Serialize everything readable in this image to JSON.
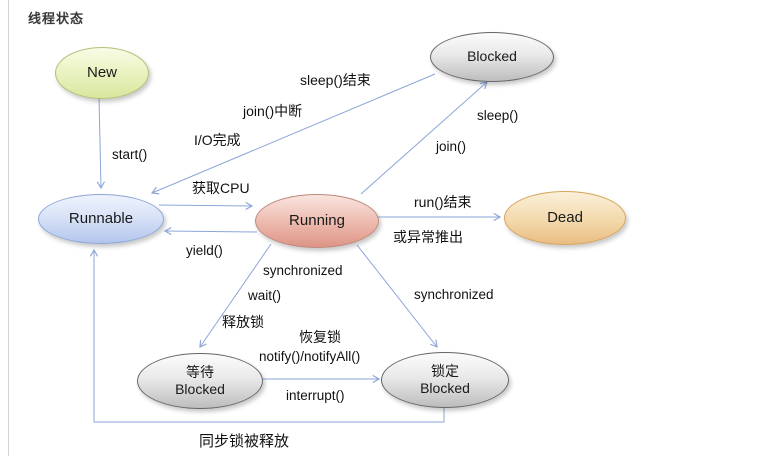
{
  "page": {
    "title": "线程状态"
  },
  "diagram": {
    "nodes": [
      {
        "id": "new",
        "label": "New"
      },
      {
        "id": "blocked",
        "label": "Blocked"
      },
      {
        "id": "runnable",
        "label": "Runnable"
      },
      {
        "id": "running",
        "label": "Running"
      },
      {
        "id": "dead",
        "label": "Dead"
      },
      {
        "id": "wait-blocked",
        "line1": "等待",
        "line2": "Blocked"
      },
      {
        "id": "lock-blocked",
        "line1": "锁定",
        "line2": "Blocked"
      }
    ],
    "edge_labels": [
      {
        "text": "start()"
      },
      {
        "text": "sleep()结束"
      },
      {
        "text": "join()中断"
      },
      {
        "text": "I/O完成"
      },
      {
        "text": "获取CPU"
      },
      {
        "text": "sleep()"
      },
      {
        "text": "join()"
      },
      {
        "text": "run()结束"
      },
      {
        "text": "或异常推出"
      },
      {
        "text": "yield()"
      },
      {
        "text": "synchronized"
      },
      {
        "text": "wait()"
      },
      {
        "text": "释放锁"
      },
      {
        "text": "恢复锁"
      },
      {
        "text": "notify()/notifyAll()"
      },
      {
        "text": "interrupt()"
      },
      {
        "text": "synchronized"
      },
      {
        "text": "同步锁被释放"
      }
    ],
    "colors": {
      "arrow": "#8ca6d8",
      "node_new": "#d7e79e",
      "node_blocked": "#bdbdbd",
      "node_runnable": "#b3c6ec",
      "node_running": "#dd9586",
      "node_dead": "#e9bd83",
      "page_edge": "#d4d4d4",
      "text": "#1a1a1a"
    }
  }
}
